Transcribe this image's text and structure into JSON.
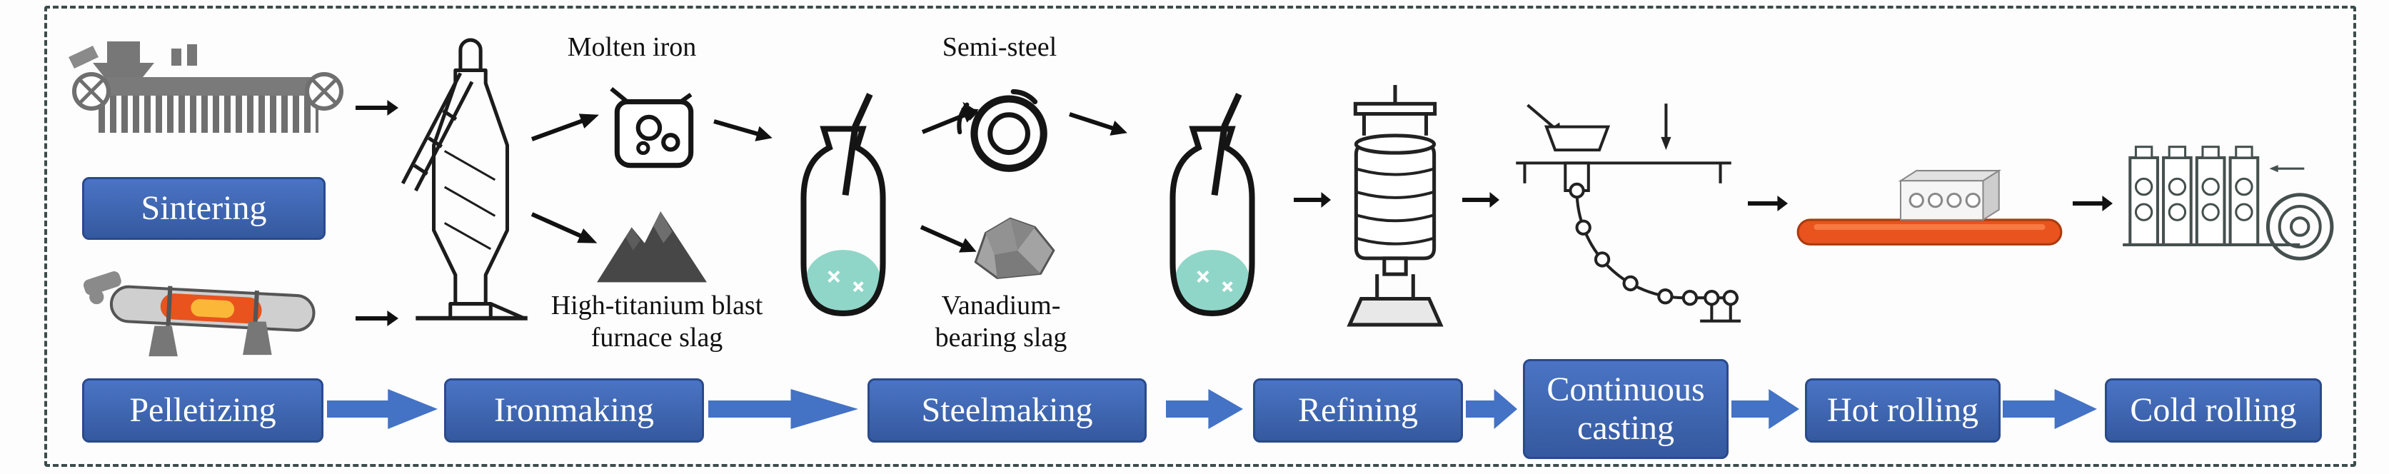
{
  "stage_labels": {
    "sintering": "Sintering",
    "pelletizing": "Pelletizing",
    "ironmaking": "Ironmaking",
    "steelmaking": "Steelmaking",
    "refining": "Refining",
    "continuous_casting": "Continuous casting",
    "hot_rolling": "Hot rolling",
    "cold_rolling": "Cold rolling"
  },
  "annotations": {
    "molten_iron": "Molten iron",
    "semi_steel": "Semi-steel",
    "high_titanium_slag": "High-titanium blast furnace slag",
    "vanadium_slag": "Vanadium-bearing slag"
  },
  "colors": {
    "stage_box_fill": "#3d63b0",
    "stage_box_border": "#2a4a8c",
    "stage_text": "#ffffff",
    "flow_arrow": "#4472c4",
    "thin_arrow": "#111111",
    "hot_slab": "#e8531e",
    "molten_bath": "#8fd6c8"
  },
  "icons": [
    "sintering-machine-icon",
    "pelletizing-kiln-icon",
    "blast-furnace-icon",
    "molten-iron-ladle-icon",
    "blast-furnace-slag-icon",
    "steelmaking-converter-icon",
    "semi-steel-ladle-icon",
    "vanadium-slag-icon",
    "second-converter-icon",
    "refining-vessel-icon",
    "continuous-caster-icon",
    "hot-rolling-mill-icon",
    "cold-rolling-mill-icon"
  ]
}
